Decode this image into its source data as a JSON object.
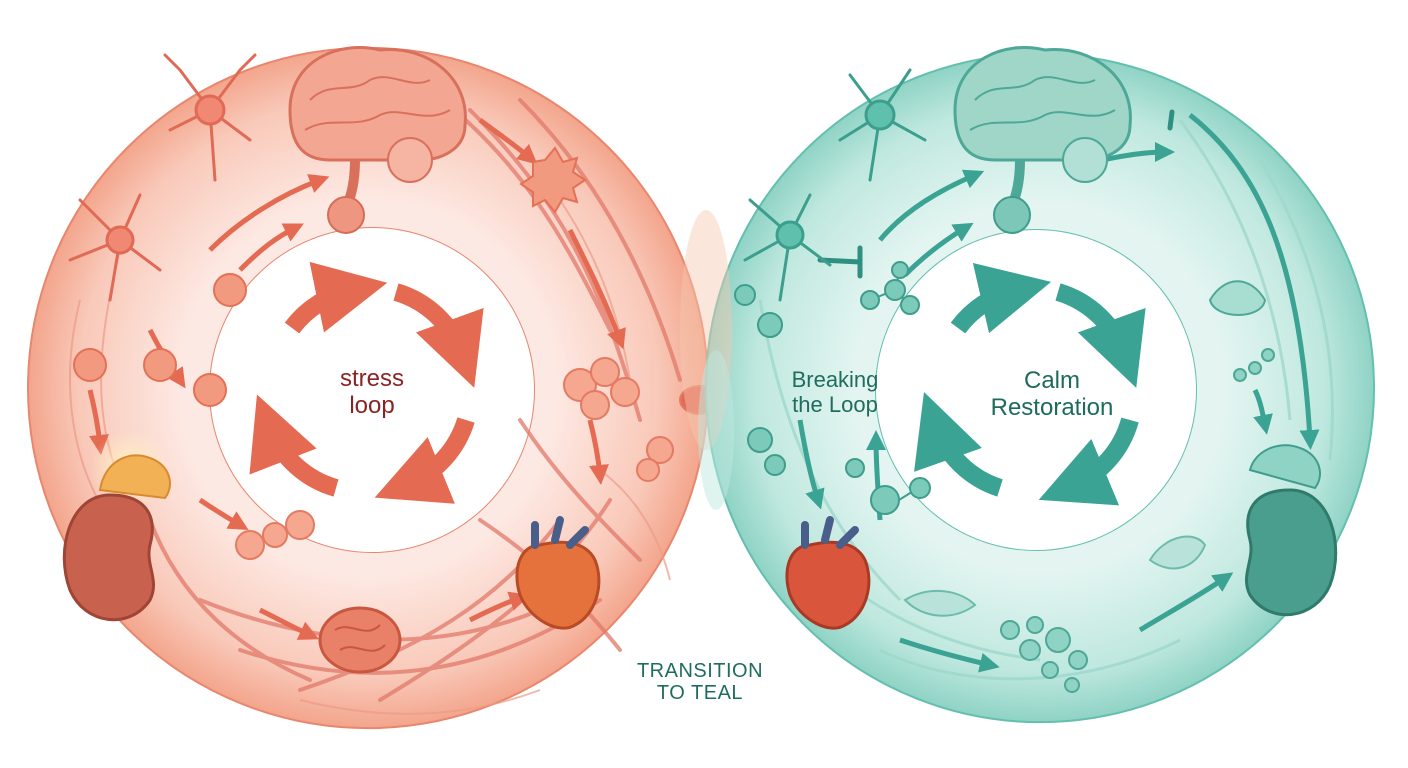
{
  "labels": {
    "stress": [
      "stress",
      "loop"
    ],
    "breaking": [
      "Breaking",
      "the Loop"
    ],
    "calm": [
      "Calm",
      "Restoration"
    ],
    "transition": [
      "TRANSITION",
      "TO TEAL"
    ]
  },
  "colors": {
    "stress_accent": "#e8735a",
    "stress_dark": "#c4483a",
    "stress_text": "#8a2424",
    "calm_accent": "#4cb3a2",
    "calm_dark": "#2f8f80",
    "calm_text": "#1c6b5d",
    "background": "#ffffff"
  },
  "icons": [
    "neuron-icon",
    "brain-icon",
    "kidney-icon",
    "adrenal-gland-icon",
    "heart-icon",
    "molecule-icon",
    "cell-icon",
    "leaf-icon",
    "inhibit-marker-icon"
  ]
}
